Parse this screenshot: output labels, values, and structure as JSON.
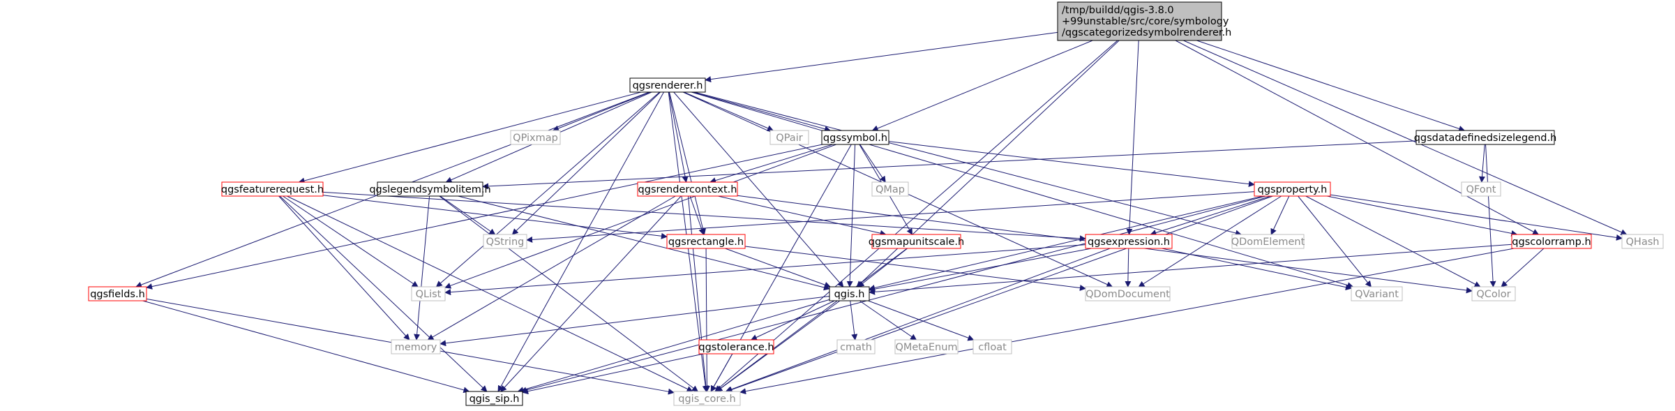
{
  "root": {
    "id": "root",
    "lines": [
      "/tmp/buildd/qgis-3.8.0",
      "+99unstable/src/core/symbology",
      "/qgscategorizedsymbolrenderer.h"
    ],
    "style": "root"
  },
  "nodes": [
    {
      "id": "qgsrenderer",
      "label": "qgsrenderer.h",
      "style": "doc"
    },
    {
      "id": "qgssymbol",
      "label": "qgssymbol.h",
      "style": "doc"
    },
    {
      "id": "qgsdatadefinedsizelegend",
      "label": "qgsdatadefinedsizelegend.h",
      "style": "doc"
    },
    {
      "id": "qgslegendsymbolitem",
      "label": "qgslegendsymbolitem.h",
      "style": "doc"
    },
    {
      "id": "qgsfeaturerequest",
      "label": "qgsfeaturerequest.h",
      "style": "red"
    },
    {
      "id": "qgsrendercontext",
      "label": "qgsrendercontext.h",
      "style": "red"
    },
    {
      "id": "qgsproperty",
      "label": "qgsproperty.h",
      "style": "red"
    },
    {
      "id": "qgsrectangle",
      "label": "qgsrectangle.h",
      "style": "red"
    },
    {
      "id": "qgsmapunitscale",
      "label": "qgsmapunitscale.h",
      "style": "red"
    },
    {
      "id": "qgsexpression",
      "label": "qgsexpression.h",
      "style": "red"
    },
    {
      "id": "qgscolorramp",
      "label": "qgscolorramp.h",
      "style": "red"
    },
    {
      "id": "qgsfields",
      "label": "qgsfields.h",
      "style": "red"
    },
    {
      "id": "qgis",
      "label": "qgis.h",
      "style": "doc"
    },
    {
      "id": "qgstolerance",
      "label": "qgstolerance.h",
      "style": "red"
    },
    {
      "id": "qgis_sip",
      "label": "qgis_sip.h",
      "style": "doc"
    },
    {
      "id": "qgis_core",
      "label": "qgis_core.h",
      "style": "ext"
    },
    {
      "id": "QPixmap",
      "label": "QPixmap",
      "style": "ext"
    },
    {
      "id": "QPair",
      "label": "QPair",
      "style": "ext"
    },
    {
      "id": "QMap",
      "label": "QMap",
      "style": "ext"
    },
    {
      "id": "QFont",
      "label": "QFont",
      "style": "ext"
    },
    {
      "id": "QString",
      "label": "QString",
      "style": "ext"
    },
    {
      "id": "QDomElement",
      "label": "QDomElement",
      "style": "ext"
    },
    {
      "id": "QHash",
      "label": "QHash",
      "style": "ext"
    },
    {
      "id": "QList",
      "label": "QList",
      "style": "ext"
    },
    {
      "id": "QDomDocument",
      "label": "QDomDocument",
      "style": "ext"
    },
    {
      "id": "QVariant",
      "label": "QVariant",
      "style": "ext"
    },
    {
      "id": "QColor",
      "label": "QColor",
      "style": "ext"
    },
    {
      "id": "memory",
      "label": "memory",
      "style": "ext"
    },
    {
      "id": "cmath",
      "label": "cmath",
      "style": "ext"
    },
    {
      "id": "QMetaEnum",
      "label": "QMetaEnum",
      "style": "ext"
    },
    {
      "id": "cfloat",
      "label": "cfloat",
      "style": "ext"
    }
  ],
  "edges": [
    [
      "root",
      "qgsrenderer"
    ],
    [
      "root",
      "qgssymbol"
    ],
    [
      "root",
      "qgsdatadefinedsizelegend"
    ],
    [
      "root",
      "qgsexpression"
    ],
    [
      "root",
      "qgscolorramp"
    ],
    [
      "root",
      "qgis"
    ],
    [
      "root",
      "QHash"
    ],
    [
      "root",
      "qgis_core"
    ],
    [
      "qgsrenderer",
      "QPixmap"
    ],
    [
      "qgsrenderer",
      "QPair"
    ],
    [
      "qgsrenderer",
      "qgssymbol"
    ],
    [
      "qgsrenderer",
      "qgslegendsymbolitem"
    ],
    [
      "qgsrenderer",
      "qgsfeaturerequest"
    ],
    [
      "qgsrenderer",
      "qgsrendercontext"
    ],
    [
      "qgsrenderer",
      "qgsrectangle"
    ],
    [
      "qgsrenderer",
      "qgsfields"
    ],
    [
      "qgsrenderer",
      "qgis"
    ],
    [
      "qgsrenderer",
      "QString"
    ],
    [
      "qgsrenderer",
      "QList"
    ],
    [
      "qgsrenderer",
      "QDomElement"
    ],
    [
      "qgsrenderer",
      "QDomDocument"
    ],
    [
      "qgsrenderer",
      "QVariant"
    ],
    [
      "qgsrenderer",
      "qgis_sip"
    ],
    [
      "qgsrenderer",
      "qgis_core"
    ],
    [
      "qgssymbol",
      "QMap"
    ],
    [
      "qgssymbol",
      "qgsrendercontext"
    ],
    [
      "qgssymbol",
      "qgsproperty"
    ],
    [
      "qgssymbol",
      "qgsmapunitscale"
    ],
    [
      "qgssymbol",
      "qgis"
    ],
    [
      "qgssymbol",
      "qgis_core"
    ],
    [
      "qgssymbol",
      "QList"
    ],
    [
      "qgssymbol",
      "qgsfields"
    ],
    [
      "qgsdatadefinedsizelegend",
      "qgslegendsymbolitem"
    ],
    [
      "qgsdatadefinedsizelegend",
      "QFont"
    ],
    [
      "qgsdatadefinedsizelegend",
      "QColor"
    ],
    [
      "qgslegendsymbolitem",
      "QString"
    ],
    [
      "qgslegendsymbolitem",
      "memory"
    ],
    [
      "qgslegendsymbolitem",
      "qgis"
    ],
    [
      "qgslegendsymbolitem",
      "qgis_core"
    ],
    [
      "qgsfeaturerequest",
      "qgsrectangle"
    ],
    [
      "qgsfeaturerequest",
      "qgsexpression"
    ],
    [
      "qgsfeaturerequest",
      "QList"
    ],
    [
      "qgsfeaturerequest",
      "memory"
    ],
    [
      "qgsfeaturerequest",
      "qgis_sip"
    ],
    [
      "qgsfeaturerequest",
      "qgis_core"
    ],
    [
      "qgsrendercontext",
      "qgsrectangle"
    ],
    [
      "qgsrendercontext",
      "qgsmapunitscale"
    ],
    [
      "qgsrendercontext",
      "QColor"
    ],
    [
      "qgsrendercontext",
      "memory"
    ],
    [
      "qgsrendercontext",
      "qgis_sip"
    ],
    [
      "qgsrendercontext",
      "qgis_core"
    ],
    [
      "qgsproperty",
      "QString"
    ],
    [
      "qgsproperty",
      "QDomElement"
    ],
    [
      "qgsproperty",
      "QVariant"
    ],
    [
      "qgsproperty",
      "QColor"
    ],
    [
      "qgsproperty",
      "qgsexpression"
    ],
    [
      "qgsproperty",
      "qgscolorramp"
    ],
    [
      "qgsproperty",
      "QHash"
    ],
    [
      "qgsproperty",
      "qgis"
    ],
    [
      "qgsproperty",
      "qgis_sip"
    ],
    [
      "qgsproperty",
      "qgis_core"
    ],
    [
      "qgsproperty",
      "QDomDocument"
    ],
    [
      "qgsrectangle",
      "qgis"
    ],
    [
      "qgsrectangle",
      "QDomDocument"
    ],
    [
      "qgsrectangle",
      "qgis_core"
    ],
    [
      "qgsmapunitscale",
      "qgis"
    ],
    [
      "qgsmapunitscale",
      "qgis_core"
    ],
    [
      "qgsexpression",
      "QList"
    ],
    [
      "qgsexpression",
      "qgis"
    ],
    [
      "qgsexpression",
      "QDomDocument"
    ],
    [
      "qgsexpression",
      "QVariant"
    ],
    [
      "qgsexpression",
      "qgis_core"
    ],
    [
      "qgscolorramp",
      "QColor"
    ],
    [
      "qgscolorramp",
      "qgis"
    ],
    [
      "qgscolorramp",
      "qgis_core"
    ],
    [
      "qgsfields",
      "qgis_sip"
    ],
    [
      "qgsfields",
      "qgis_core"
    ],
    [
      "qgis",
      "memory"
    ],
    [
      "qgis",
      "cmath"
    ],
    [
      "qgis",
      "QMetaEnum"
    ],
    [
      "qgis",
      "cfloat"
    ],
    [
      "qgis",
      "qgstolerance"
    ],
    [
      "qgis",
      "qgis_sip"
    ],
    [
      "qgis",
      "qgis_core"
    ],
    [
      "qgstolerance",
      "qgis_sip"
    ],
    [
      "qgstolerance",
      "qgis_core"
    ]
  ],
  "colors": {
    "edge": "#191970",
    "doc_border": "#000000",
    "red_border": "#ff0000",
    "ext_border": "#bfbfbf",
    "root_fill": "#bfbfbf",
    "ext_text": "#8a8a8a"
  }
}
